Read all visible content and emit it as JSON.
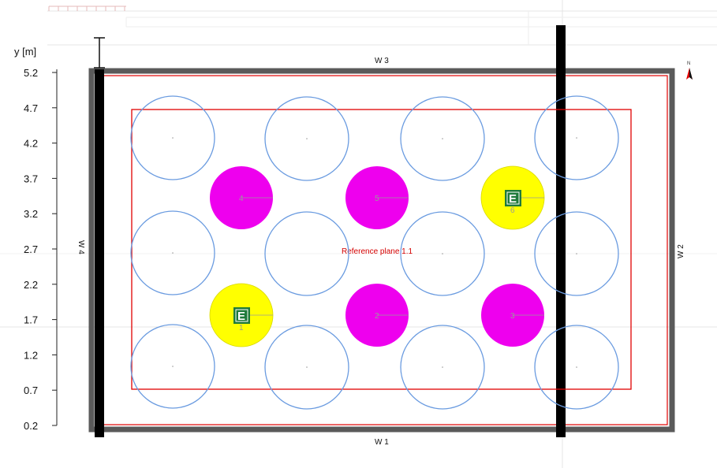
{
  "axis": {
    "label": "y [m]",
    "ticks": [
      "5.2",
      "4.7",
      "4.2",
      "3.7",
      "3.2",
      "2.7",
      "2.2",
      "1.7",
      "1.2",
      "0.7",
      "0.2"
    ]
  },
  "walls": {
    "top": "W 3",
    "bottom": "W 1",
    "left": "W 4",
    "right": "W 2"
  },
  "reference_plane_label": "Reference plane 1.1",
  "compass_label": "N",
  "luminaire_numbers": [
    "1",
    "2",
    "3",
    "4",
    "5",
    "6"
  ],
  "emergency_marker_letter": "E",
  "colors": {
    "room_wall": "#5a5a5a",
    "reference_plane": "#e00000",
    "circle_outline": "#6a9be0",
    "magenta_luminaire": "#ee00ee",
    "yellow_luminaire": "#ffff00",
    "emergency_green": "#1f7a3a"
  }
}
